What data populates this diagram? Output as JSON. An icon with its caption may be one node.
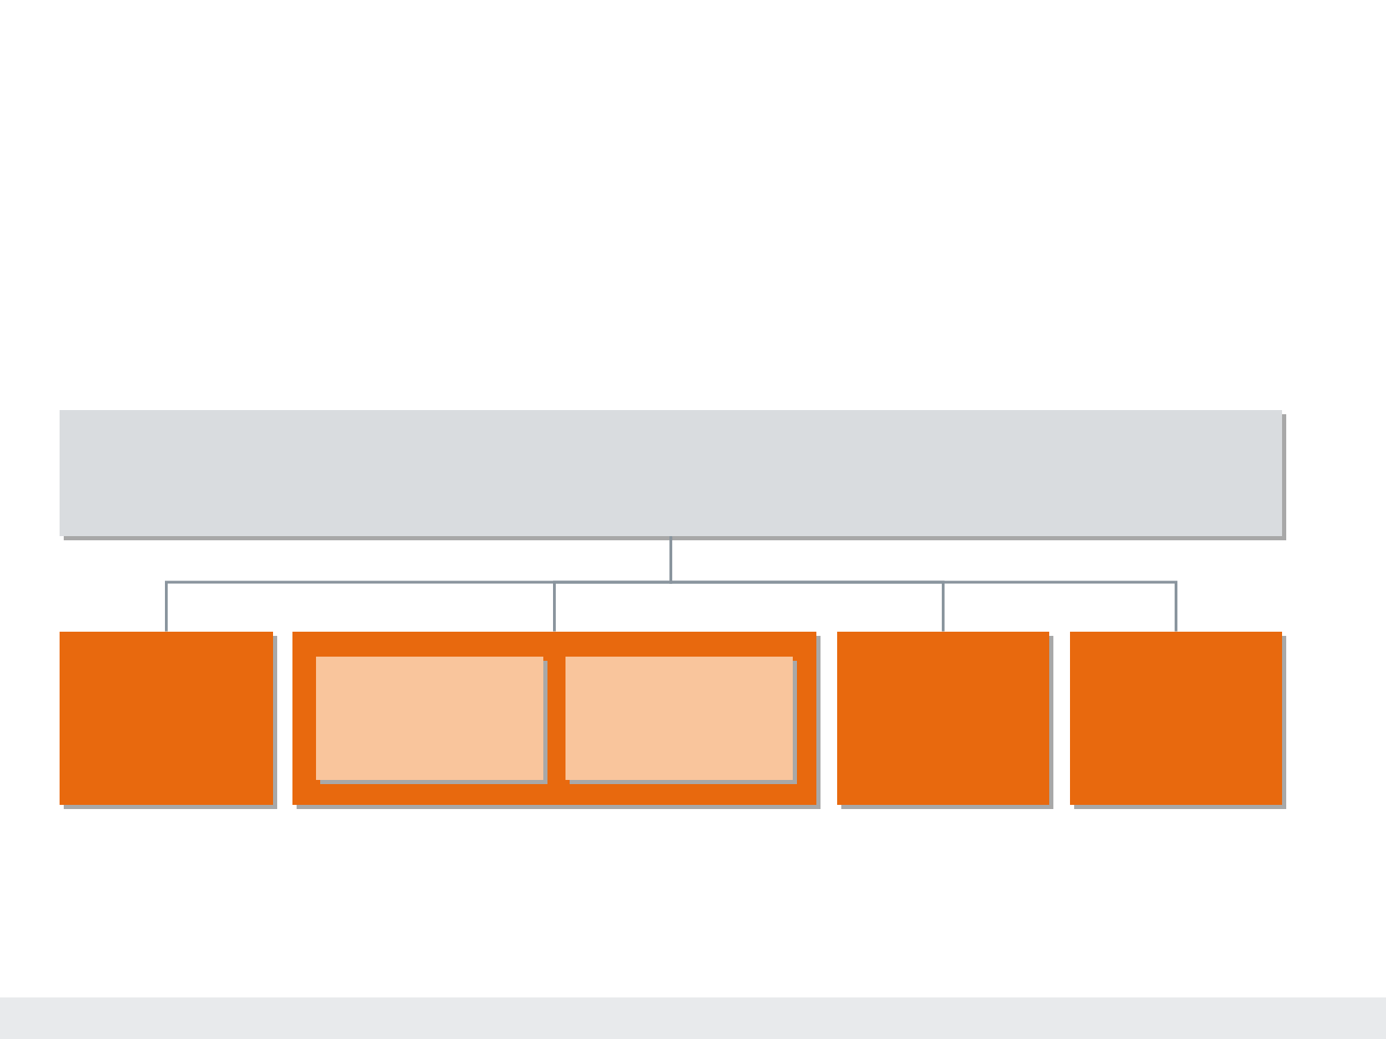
{
  "diagram": {
    "nodes": [
      {
        "text": [],
        "shape": "box"
      },
      {
        "text": [],
        "shape": "box"
      },
      {
        "text": [],
        "shape": "box"
      },
      {
        "text": [],
        "shape": "box",
        "in": 2
      },
      {
        "text": [],
        "shape": "box",
        "in": 2
      },
      {
        "text": [],
        "shape": "box"
      },
      {
        "text": [],
        "shape": "box"
      }
    ],
    "edges": [
      {
        "from": 0,
        "to": 1,
        "arrow": "none"
      },
      {
        "from": 0,
        "to": 2,
        "arrow": "none"
      },
      {
        "from": 0,
        "to": 5,
        "arrow": "none"
      },
      {
        "from": 0,
        "to": 6,
        "arrow": "none"
      }
    ]
  }
}
